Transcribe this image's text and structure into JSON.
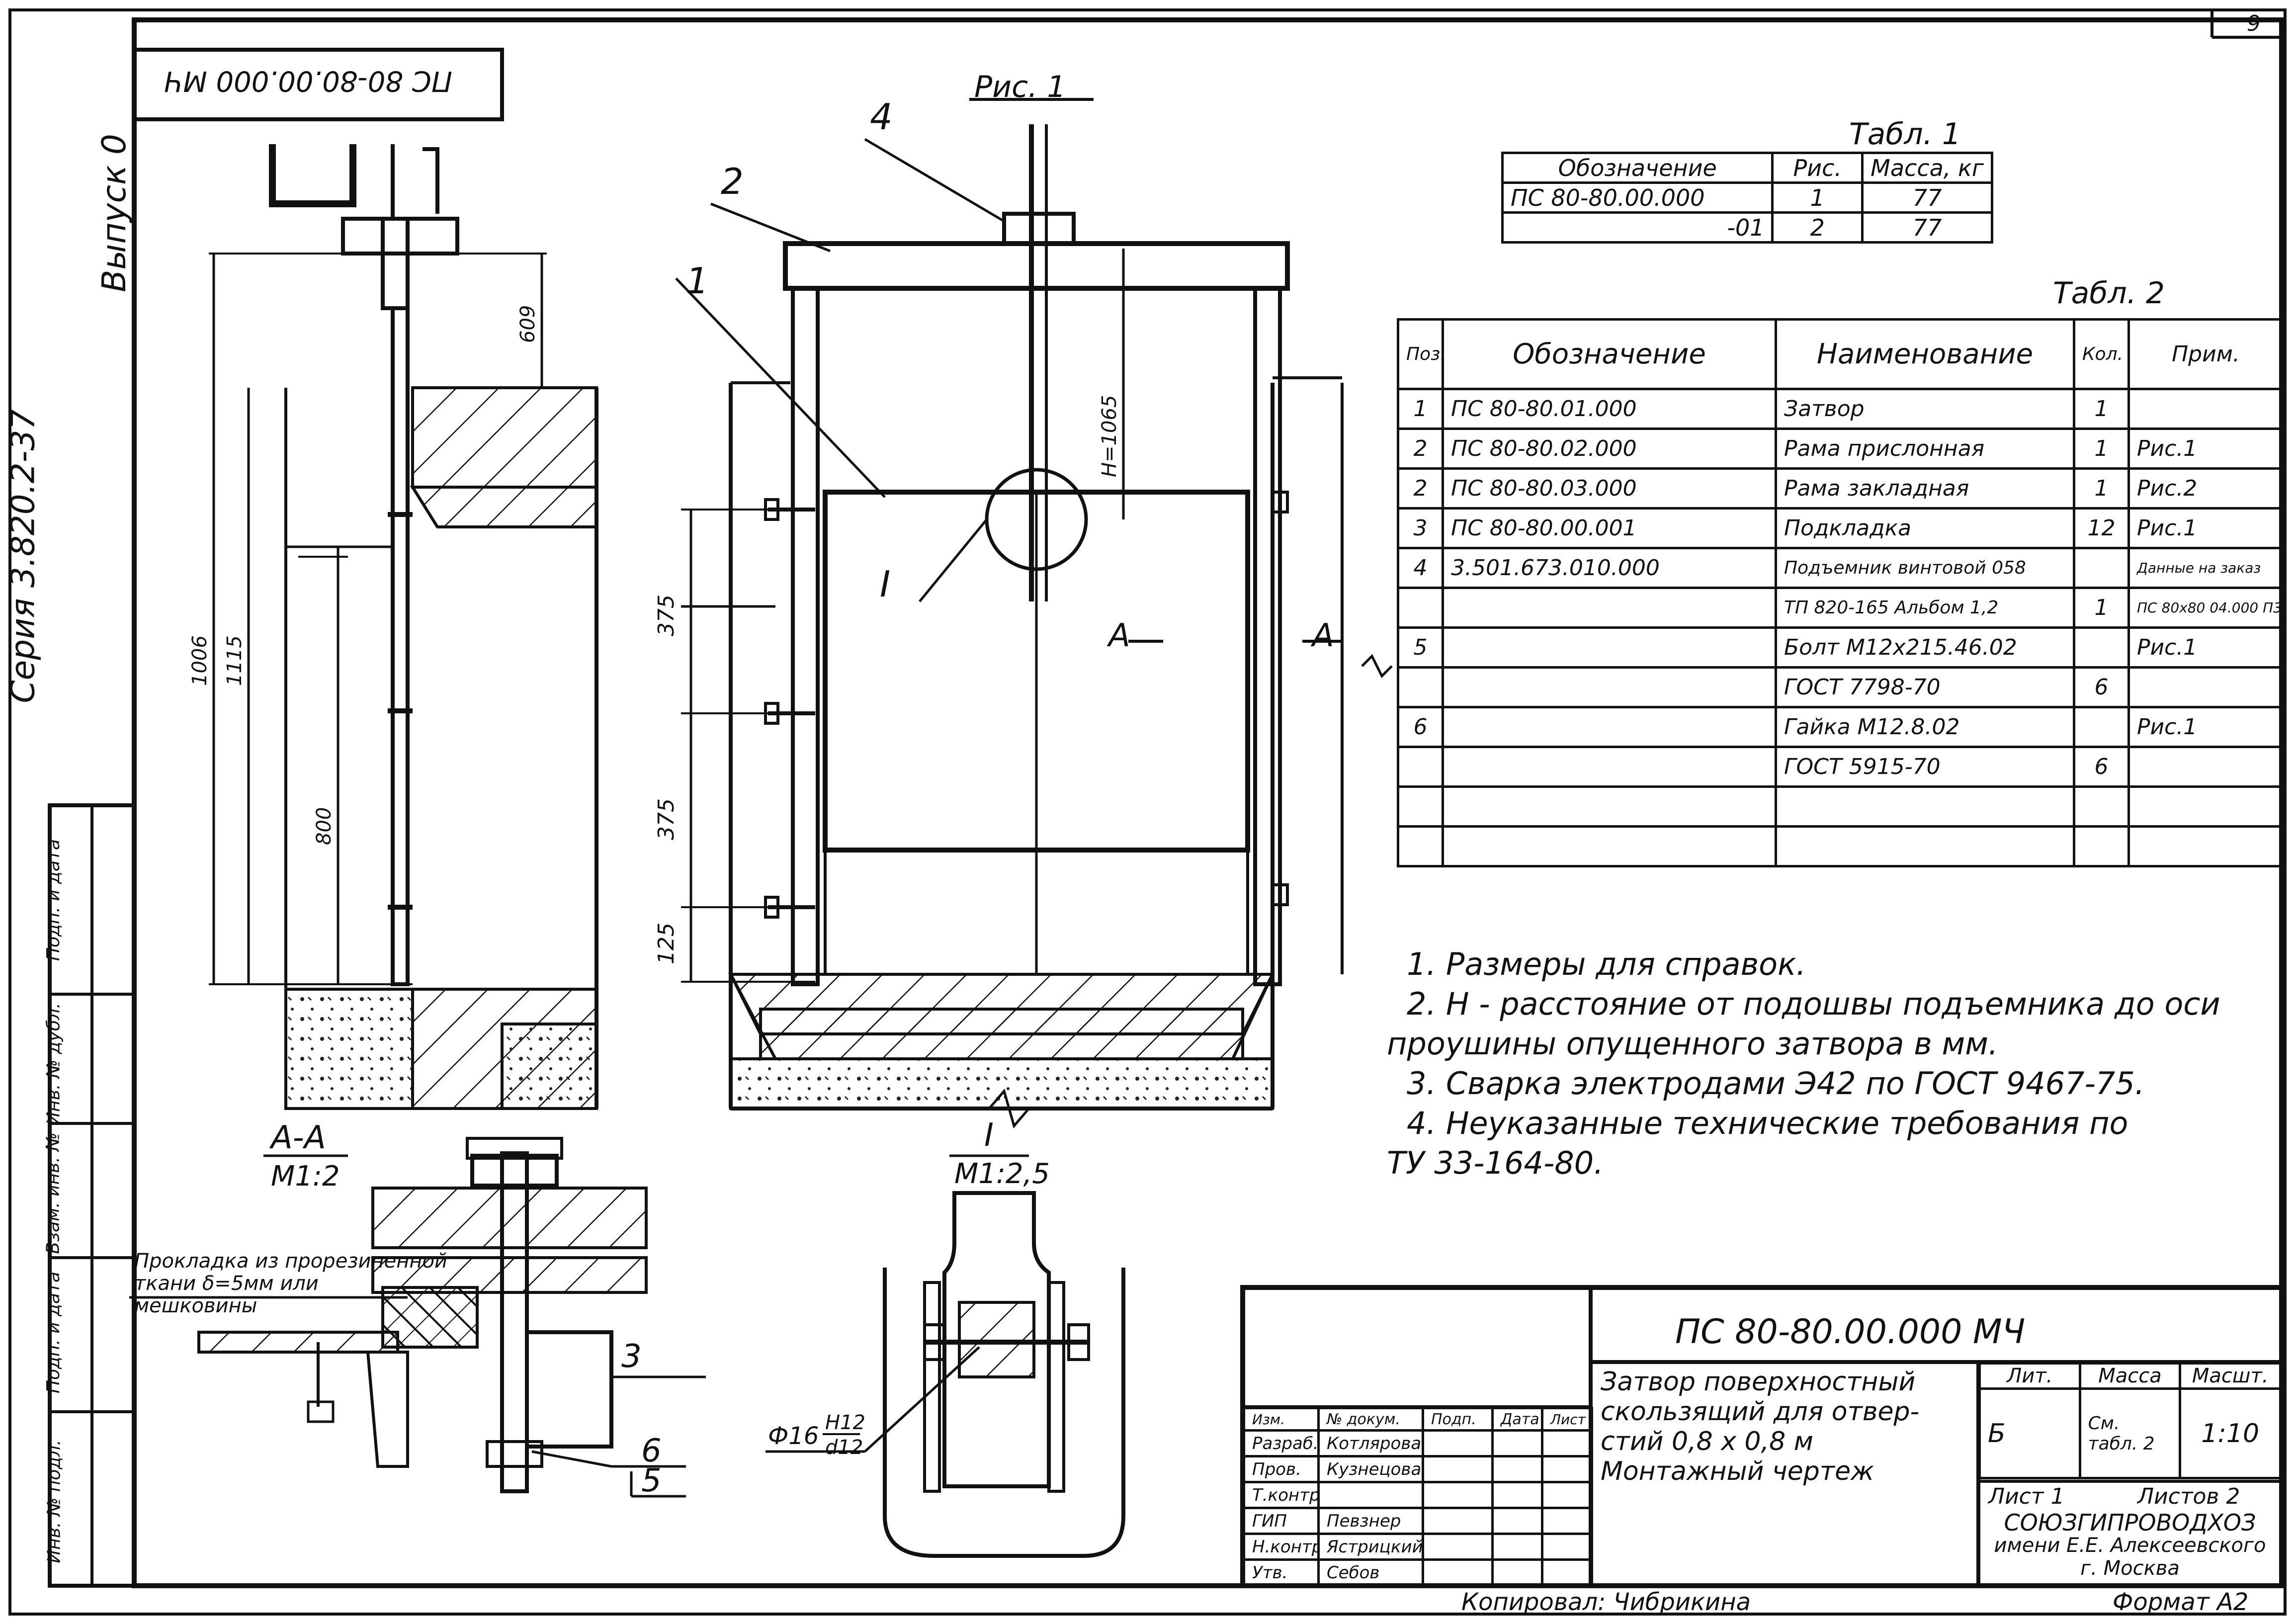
{
  "page_number": "9",
  "drawing_code_corner": "ПС 80-80.00.000 МЧ",
  "side_strip": {
    "series": "Серия 3.820.2-37",
    "issue": "Выпуск 0",
    "left_labels": [
      "Инв. № подл.",
      "Подп. и дата",
      "Взам. инв. №",
      "Инв. № дубл.",
      "Подп. и дата"
    ]
  },
  "figure_titles": {
    "fig1": "Рис. 1",
    "section_aa": "А-А",
    "section_aa_scale": "М1:2",
    "detail_i": "I",
    "detail_i_scale": "М1:2,5"
  },
  "callouts": [
    "1",
    "2",
    "3",
    "4",
    "5",
    "6",
    "I",
    "А"
  ],
  "dimensions": {
    "left_view": [
      "609",
      "1006",
      "1115",
      "800"
    ],
    "front_view": [
      "Н=1065",
      "375",
      "375",
      "125"
    ]
  },
  "detail_labels": {
    "gasket": [
      "Прокладка из прорезиненной",
      "ткани δ=5мм или",
      "мешковины"
    ],
    "fit": "Ф16",
    "fit_tol_top": "Н12",
    "fit_tol_bottom": "d12",
    "callout_3": "3",
    "callout_6": "6",
    "callout_5": "5"
  },
  "table1": {
    "title": "Табл. 1",
    "headers": [
      "Обозначение",
      "Рис.",
      "Масса, кг"
    ],
    "rows": [
      [
        "ПС 80-80.00.000",
        "1",
        "77"
      ],
      [
        "-01",
        "2",
        "77"
      ]
    ]
  },
  "table2": {
    "title": "Табл. 2",
    "headers": [
      "Поз.",
      "Обозначение",
      "Наименование",
      "Кол.",
      "Прим."
    ],
    "rows": [
      [
        "1",
        "ПС 80-80.01.000",
        "Затвор",
        "1",
        ""
      ],
      [
        "2",
        "ПС 80-80.02.000",
        "Рама прислонная",
        "1",
        "Рис.1"
      ],
      [
        "2",
        "ПС 80-80.03.000",
        "Рама закладная",
        "1",
        "Рис.2"
      ],
      [
        "3",
        "ПС 80-80.00.001",
        "Подкладка",
        "12",
        "Рис.1"
      ],
      [
        "4",
        "3.501.673.010.000",
        "Подъемник винтовой 058",
        "",
        "Данные на заказ"
      ],
      [
        "",
        "",
        "ТП 820-165 Альбом 1,2",
        "1",
        "ПС 80х80 04.000 П3"
      ],
      [
        "5",
        "",
        "Болт М12х215.46.02",
        "",
        "Рис.1"
      ],
      [
        "",
        "",
        "ГОСТ 7798-70",
        "6",
        ""
      ],
      [
        "6",
        "",
        "Гайка М12.8.02",
        "",
        "Рис.1"
      ],
      [
        "",
        "",
        "ГОСТ 5915-70",
        "6",
        ""
      ],
      [
        "",
        "",
        "",
        "",
        ""
      ],
      [
        "",
        "",
        "",
        "",
        ""
      ]
    ]
  },
  "notes": [
    "1. Размеры для справок.",
    "2. Н - расстояние от подошвы подъемника до оси",
    "проушины опущенного затвора в мм.",
    "3. Сварка электродами Э42 по ГОСТ 9467-75.",
    "4. Неуказанные технические требования по",
    "ТУ 33-164-80."
  ],
  "title_block": {
    "code": "ПС 80-80.00.000 МЧ",
    "title": [
      "Затвор поверхностный",
      "скользящий для отвер-",
      "стий 0,8 х 0,8 м",
      "Монтажный чертеж"
    ],
    "lit_header": "Лит.",
    "mass_header": "Масса",
    "scale_header": "Масшт.",
    "lit": "Б",
    "mass": "См. табл. 2",
    "scale": "1:10",
    "sheet": "Лист 1",
    "sheets": "Листов 2",
    "org": [
      "СОЮЗГИПРОВОДХОЗ",
      "имени Е.Е. Алексеевского",
      "г. Москва"
    ],
    "staff_headers": [
      "Изм.",
      "Лист",
      "№ докум.",
      "Подп.",
      "Дата"
    ],
    "staff": [
      {
        "role": "Разраб.",
        "name": "Котлярова"
      },
      {
        "role": "Пров.",
        "name": "Кузнецова"
      },
      {
        "role": "Т.контр.",
        "name": ""
      },
      {
        "role": "ГИП",
        "name": "Певзнер"
      },
      {
        "role": "Н.контр.",
        "name": "Ястрицкий"
      },
      {
        "role": "Утв.",
        "name": "Себов"
      }
    ]
  },
  "copied_by": "Копировал: Чибрикина",
  "format": "Формат А2"
}
